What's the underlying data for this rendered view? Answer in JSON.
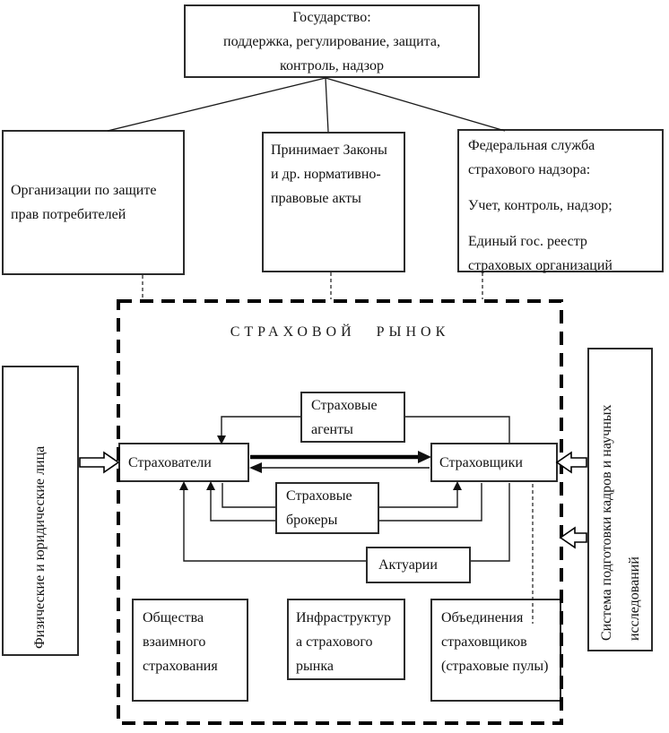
{
  "colors": {
    "line": "#000000",
    "background": "#ffffff",
    "text": "#111111"
  },
  "boxes": {
    "government": {
      "line1": "Государство:",
      "line2": "поддержка, регулирование, защита,",
      "line3": "контроль, надзор"
    },
    "consumer_protection": {
      "text": "Организации по защите прав потребителей"
    },
    "laws": {
      "text": "Принимает Законы и др. нормативно-правовые акты"
    },
    "federal_service": {
      "para1": "Федеральная служба страхового надзора:",
      "para2": "Учет, контроль, надзор;",
      "para3": "Единый гос. реестр страховых организаций"
    },
    "market_title": "СТРАХОВОЙ РЫНОК",
    "agents": {
      "text": "Страховые агенты"
    },
    "insureds": {
      "text": "Страхователи"
    },
    "insurers": {
      "text": "Страховщики"
    },
    "brokers": {
      "text": "Страховые брокеры"
    },
    "actuaries": {
      "text": "Актуарии"
    },
    "mutual_societies": {
      "text": "Общества взаимного страхования"
    },
    "infrastructure": {
      "text": "Инфраструктура страхового рынка"
    },
    "associations": {
      "text": "Объединения страховщиков (страховые пулы)"
    },
    "individuals": {
      "text": "Физические и юридические лица"
    },
    "training_system": {
      "text": "Система подготовки кадров и научных исследований"
    }
  }
}
